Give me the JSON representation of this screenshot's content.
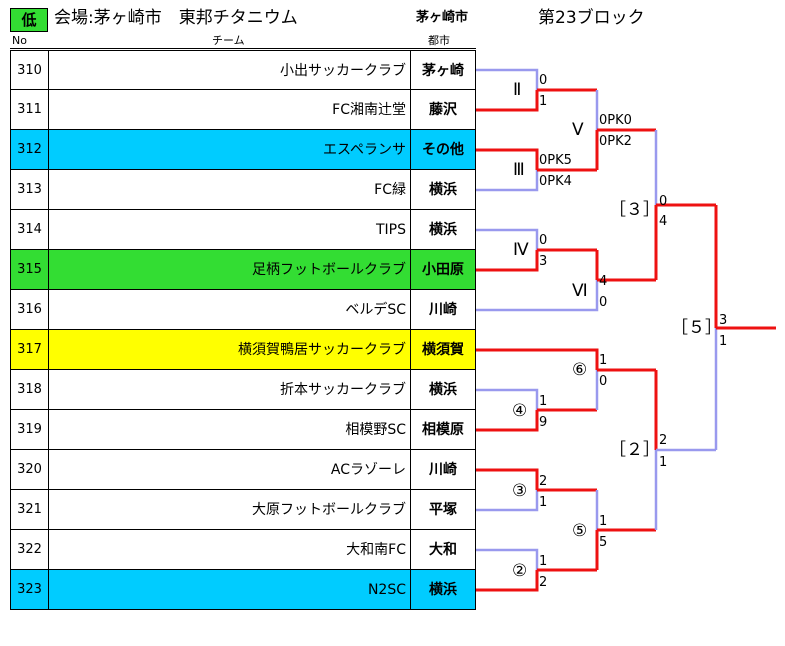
{
  "header": {
    "badge": "低",
    "venue": "会場:茅ヶ崎市　東邦チタニウム",
    "city": "茅ヶ崎市",
    "block": "第23ブロック"
  },
  "columns": {
    "no": "No",
    "team": "チーム",
    "city": "都市"
  },
  "colors": {
    "win": "#ee1111",
    "lose": "#9999ee",
    "cyan": "#00ccff",
    "green": "#33dd33",
    "yellow": "#ffff00"
  },
  "teams": [
    {
      "no": "310",
      "name": "小出サッカークラブ",
      "city": "茅ヶ崎",
      "bg": "#ffffff"
    },
    {
      "no": "311",
      "name": "FC湘南辻堂",
      "city": "藤沢",
      "bg": "#ffffff"
    },
    {
      "no": "312",
      "name": "エスペランサ",
      "city": "その他",
      "bg": "#00ccff"
    },
    {
      "no": "313",
      "name": "FC緑",
      "city": "横浜",
      "bg": "#ffffff"
    },
    {
      "no": "314",
      "name": "TIPS",
      "city": "横浜",
      "bg": "#ffffff"
    },
    {
      "no": "315",
      "name": "足柄フットボールクラブ",
      "city": "小田原",
      "bg": "#33dd33"
    },
    {
      "no": "316",
      "name": "ベルデSC",
      "city": "川崎",
      "bg": "#ffffff"
    },
    {
      "no": "317",
      "name": "横須賀鴨居サッカークラブ",
      "city": "横須賀",
      "bg": "#ffff00"
    },
    {
      "no": "318",
      "name": "折本サッカークラブ",
      "city": "横浜",
      "bg": "#ffffff"
    },
    {
      "no": "319",
      "name": "相模野SC",
      "city": "相模原",
      "bg": "#ffffff"
    },
    {
      "no": "320",
      "name": "ACラゾーレ",
      "city": "川崎",
      "bg": "#ffffff"
    },
    {
      "no": "321",
      "name": "大原フットボールクラブ",
      "city": "平塚",
      "bg": "#ffffff"
    },
    {
      "no": "322",
      "name": "大和南FC",
      "city": "大和",
      "bg": "#ffffff"
    },
    {
      "no": "323",
      "name": "N2SC",
      "city": "横浜",
      "bg": "#00ccff"
    }
  ],
  "bracket": {
    "round_labels": [
      "Ⅱ",
      "Ⅲ",
      "Ⅳ",
      "④",
      "③",
      "②",
      "Ⅴ",
      "Ⅵ",
      "⑥",
      "⑤",
      "［３］",
      "［２］",
      "［５］"
    ],
    "scores": [
      "0",
      "1",
      "0PK5",
      "0PK4",
      "0",
      "3",
      "1",
      "9",
      "2",
      "1",
      "1",
      "2",
      "0PK0",
      "0PK2",
      "4",
      "0",
      "1",
      "0",
      "1",
      "5",
      "0",
      "4",
      "2",
      "1",
      "3",
      "1"
    ]
  }
}
